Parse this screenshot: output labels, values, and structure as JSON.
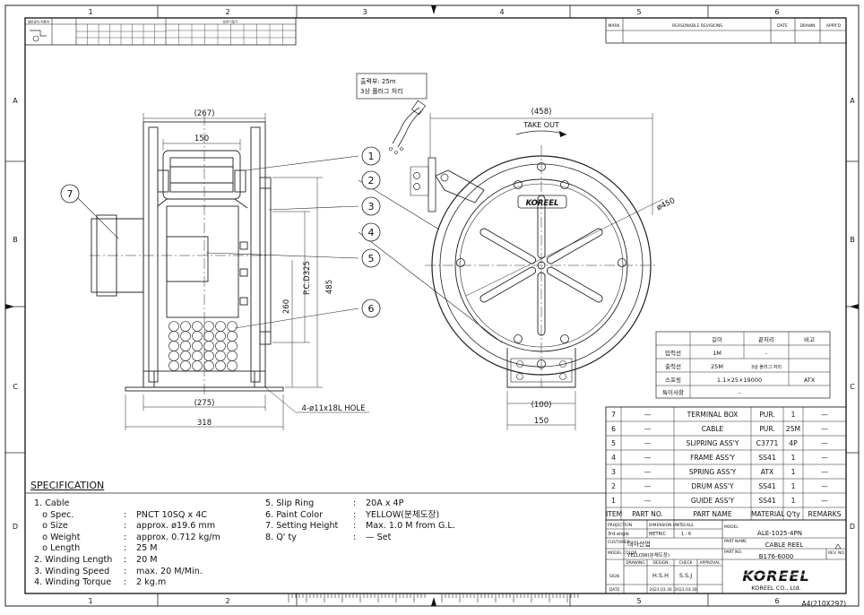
{
  "zones": {
    "columns": [
      "1",
      "2",
      "3",
      "4",
      "5",
      "6"
    ],
    "rows": [
      "A",
      "B",
      "C",
      "D"
    ]
  },
  "revision_table": {
    "headers": [
      "MARK",
      "REASONABLE REVISIONS",
      "DATE",
      "DRAWN",
      "APPR'D"
    ]
  },
  "callouts": [
    "1",
    "2",
    "3",
    "4",
    "5",
    "6",
    "7"
  ],
  "note_box": {
    "line1": "출력부: 25m",
    "line2": "3상 플러그 처리"
  },
  "take_out": "TAKE OUT",
  "brand_logo": "KOREEL",
  "dimensions": {
    "top_width": "(267)",
    "top_150": "150",
    "height_485": "485",
    "pcd": "P.C.D325",
    "h_260": "260",
    "base_275": "(275)",
    "base_318": "318",
    "hole": "4-ø11x18L HOLE",
    "drum_458": "(458)",
    "dia_450": "ø450",
    "foot_100": "(100)",
    "foot_150": "150"
  },
  "cable_table": {
    "headers": [
      "",
      "길이",
      "끝처리",
      "비고"
    ],
    "rows": [
      [
        "입력선",
        "1M",
        "-",
        ""
      ],
      [
        "출력선",
        "25M",
        "3상 플러그 처리",
        ""
      ],
      [
        "스프링",
        "1.1×25×19000",
        "",
        "ATX"
      ],
      [
        "특이사항",
        "-",
        "",
        ""
      ]
    ]
  },
  "parts": [
    {
      "item": "7",
      "part_no": "—",
      "name": "TERMINAL BOX",
      "material": "PUR.",
      "qty": "1",
      "remarks": "—"
    },
    {
      "item": "6",
      "part_no": "—",
      "name": "CABLE",
      "material": "PUR.",
      "qty": "25M",
      "remarks": "—"
    },
    {
      "item": "5",
      "part_no": "—",
      "name": "SLIPRING ASS'Y",
      "material": "C3771",
      "qty": "4P",
      "remarks": "—"
    },
    {
      "item": "4",
      "part_no": "—",
      "name": "FRAME ASS'Y",
      "material": "SS41",
      "qty": "1",
      "remarks": "—"
    },
    {
      "item": "3",
      "part_no": "—",
      "name": "SPRING ASS'Y",
      "material": "ATX",
      "qty": "1",
      "remarks": "—"
    },
    {
      "item": "2",
      "part_no": "—",
      "name": "DRUM ASS'Y",
      "material": "SS41",
      "qty": "1",
      "remarks": "—"
    },
    {
      "item": "1",
      "part_no": "—",
      "name": "GUIDE ASS'Y",
      "material": "SS41",
      "qty": "1",
      "remarks": "—"
    }
  ],
  "parts_header": {
    "item": "ITEM",
    "part_no": "PART NO.",
    "part_name": "PART NAME",
    "material": "MATERIAL",
    "qty": "Q'ty",
    "remarks": "REMARKS"
  },
  "title_block": {
    "projection_label": "PROJECTION",
    "projection_value": "3rd angle",
    "dimension_unit": "DIMENSION UNIT",
    "unit_value": "METRIC",
    "scale_label": "SCALE",
    "scale_value": "1 : 6",
    "model_label": "MODEL",
    "model_value": "ALE-1025-4PN",
    "customer_label": "CUSTOMER",
    "customer_value": "대아산업",
    "model_color_label": "MODEL COLOR",
    "model_color_value": "YELLOW(분체도장)",
    "part_name_label": "PART NAME",
    "part_name_value": "CABLE REEL",
    "part_no_label": "PART NO.",
    "part_no_value": "B176-6000",
    "rev_label": "REV. NO.",
    "drawing": "DRAWING",
    "design": "DESIGN",
    "check": "CHECK",
    "approval": "APPROVAL",
    "sign": "SIGN",
    "date": "DATE",
    "designer": "H.S.H",
    "checker": "S.S.J",
    "date1": "2023.03.30",
    "date2": "2023.03.30",
    "company": "KOREEL CO., Ltd.",
    "sheet_size": "A4(210X297)"
  },
  "spec": {
    "title": "SPECIFICATION",
    "left": [
      {
        "label": "1. Cable",
        "value": ""
      },
      {
        "label": "   o Spec.",
        "value": "PNCT  10SQ x 4C"
      },
      {
        "label": "   o Size",
        "value": "approx.  ø19.6 mm"
      },
      {
        "label": "   o Weight",
        "value": "approx.  0.712 kg/m"
      },
      {
        "label": "   o Length",
        "value": "25 M"
      },
      {
        "label": "2. Winding Length",
        "value": "20 M"
      },
      {
        "label": "3. Winding Speed",
        "value": "max. 20 M/Min."
      },
      {
        "label": "4. Winding Torque",
        "value": "2 kg.m"
      }
    ],
    "right": [
      {
        "label": "5. Slip Ring",
        "value": "20A x 4P"
      },
      {
        "label": "6. Paint Color",
        "value": "YELLOW(분체도장)"
      },
      {
        "label": "7. Setting Height",
        "value": "Max.  1.0 M from G.L."
      },
      {
        "label": "8. Q' ty",
        "value": "— Set"
      }
    ]
  },
  "tolerance_header": {
    "general_tolerance": "일반공차 허용치",
    "surface_finish": "표면거칠기"
  }
}
